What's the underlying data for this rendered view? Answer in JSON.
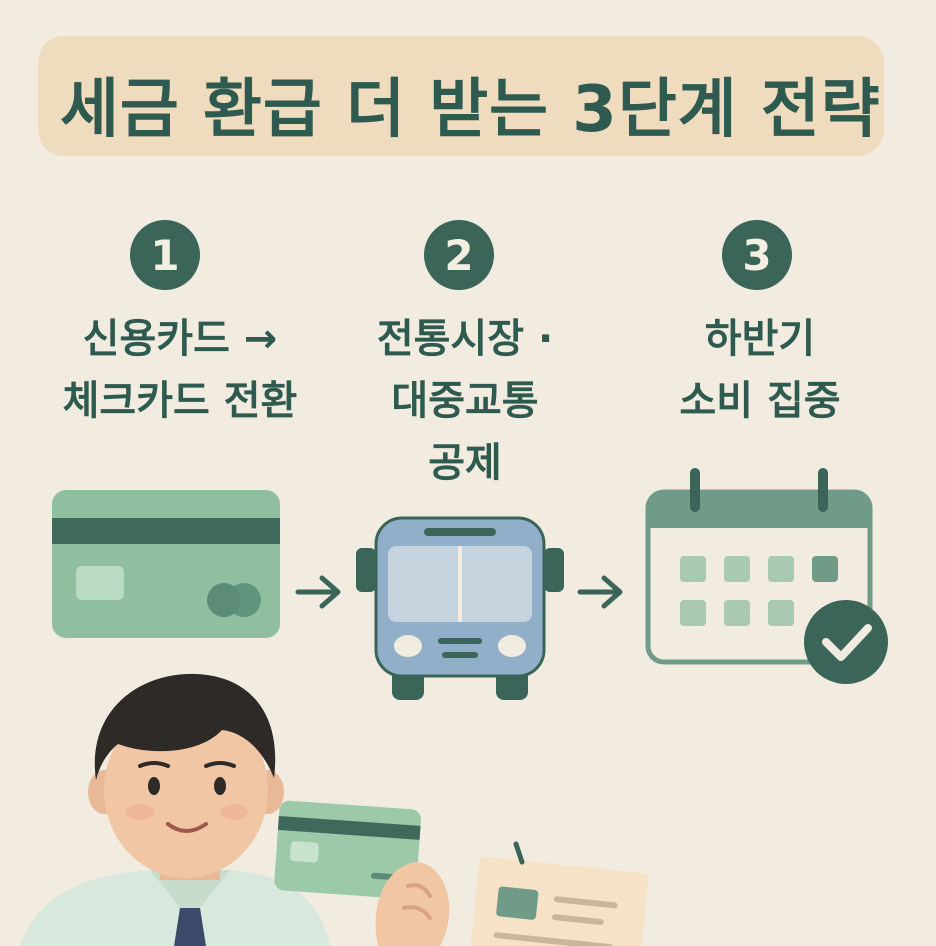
{
  "title": "세금 환급 더 받는 3단계 전략",
  "steps": [
    {
      "number": "1",
      "lines": [
        "신용카드 →",
        "체크카드 전환"
      ],
      "icon": "credit-card-icon"
    },
    {
      "number": "2",
      "lines": [
        "전통시장 ·",
        "대중교통",
        "공제"
      ],
      "icon": "bus-icon"
    },
    {
      "number": "3",
      "lines": [
        "하반기",
        "소비 집중"
      ],
      "icon": "calendar-check-icon"
    }
  ],
  "colors": {
    "background": "#f1ecdf",
    "banner": "#efdcbf",
    "accent_dark_green": "#3a6558",
    "card_green": "#8fbf9e",
    "bus_blue": "#92afca"
  }
}
